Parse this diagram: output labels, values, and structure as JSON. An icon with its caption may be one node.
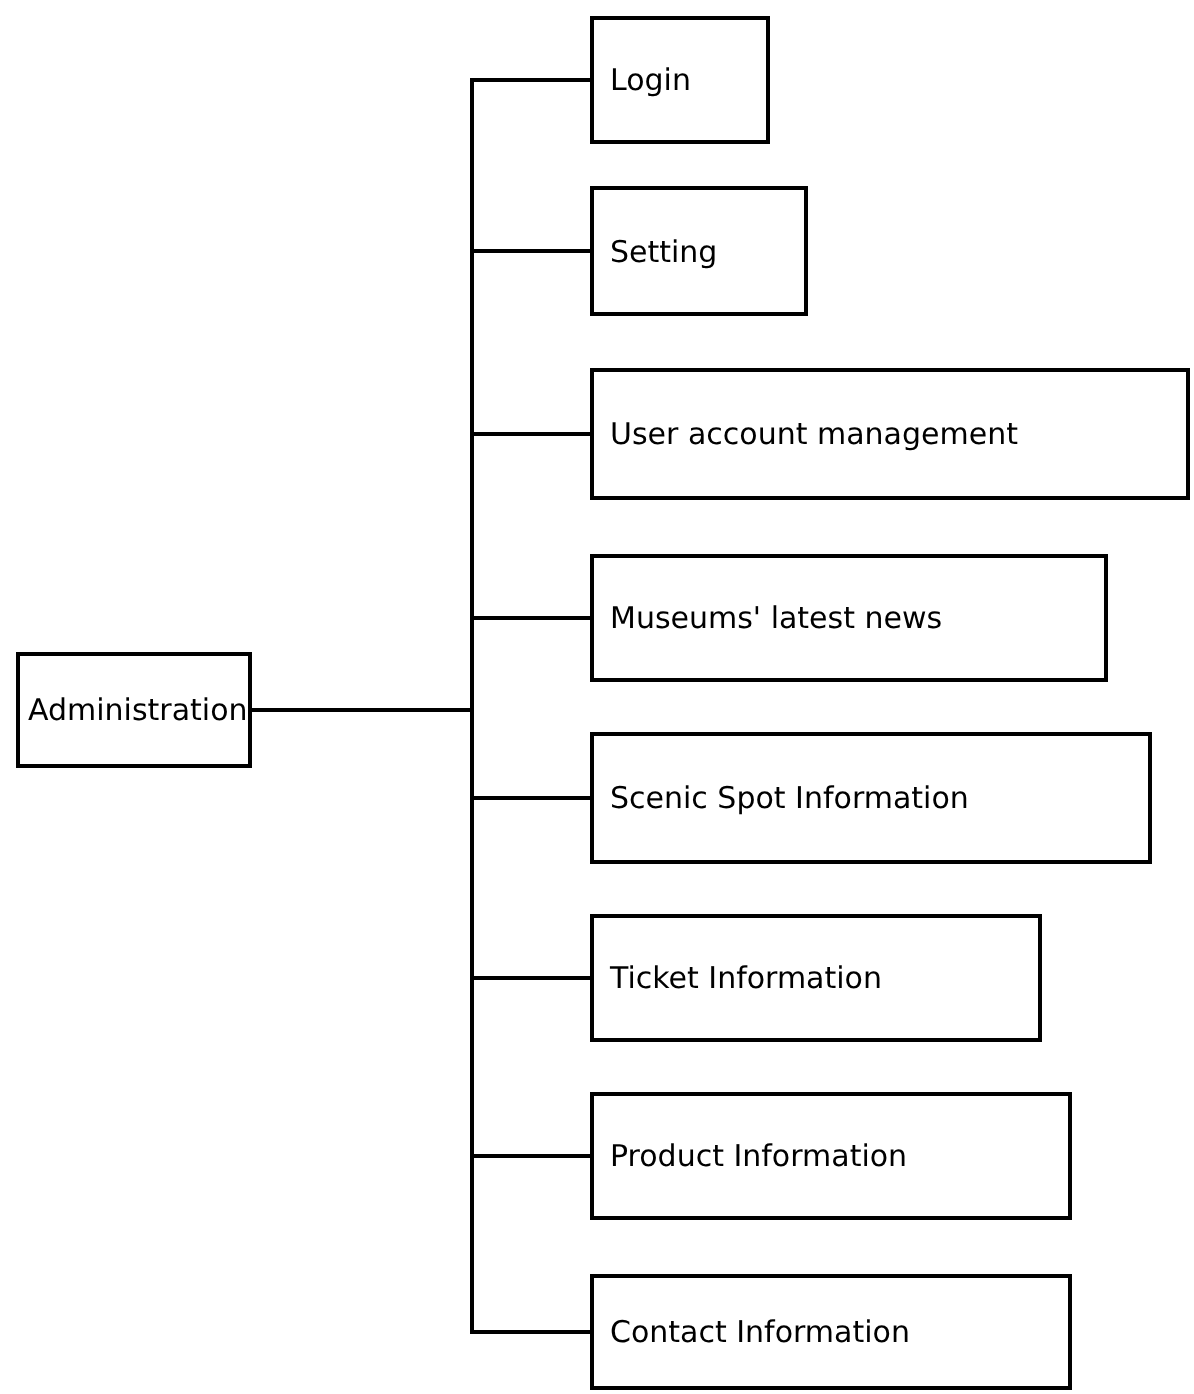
{
  "diagram": {
    "nodes": [
      {
        "text": [
          "Administration"
        ]
      },
      {
        "text": [
          "Login"
        ]
      },
      {
        "text": [
          "Setting"
        ]
      },
      {
        "text": [
          "User account management"
        ]
      },
      {
        "text": [
          "Museums' latest news"
        ]
      },
      {
        "text": [
          "Scenic Spot Information"
        ]
      },
      {
        "text": [
          "Ticket Information"
        ]
      },
      {
        "text": [
          "Product Information"
        ]
      },
      {
        "text": [
          "Contact Information"
        ]
      }
    ],
    "edges": [
      {
        "from": 0,
        "to": 1,
        "arrow": "none"
      },
      {
        "from": 0,
        "to": 2,
        "arrow": "none"
      },
      {
        "from": 0,
        "to": 3,
        "arrow": "none"
      },
      {
        "from": 0,
        "to": 4,
        "arrow": "none"
      },
      {
        "from": 0,
        "to": 5,
        "arrow": "none"
      },
      {
        "from": 0,
        "to": 6,
        "arrow": "none"
      },
      {
        "from": 0,
        "to": 7,
        "arrow": "none"
      },
      {
        "from": 0,
        "to": 8,
        "arrow": "none"
      }
    ]
  }
}
